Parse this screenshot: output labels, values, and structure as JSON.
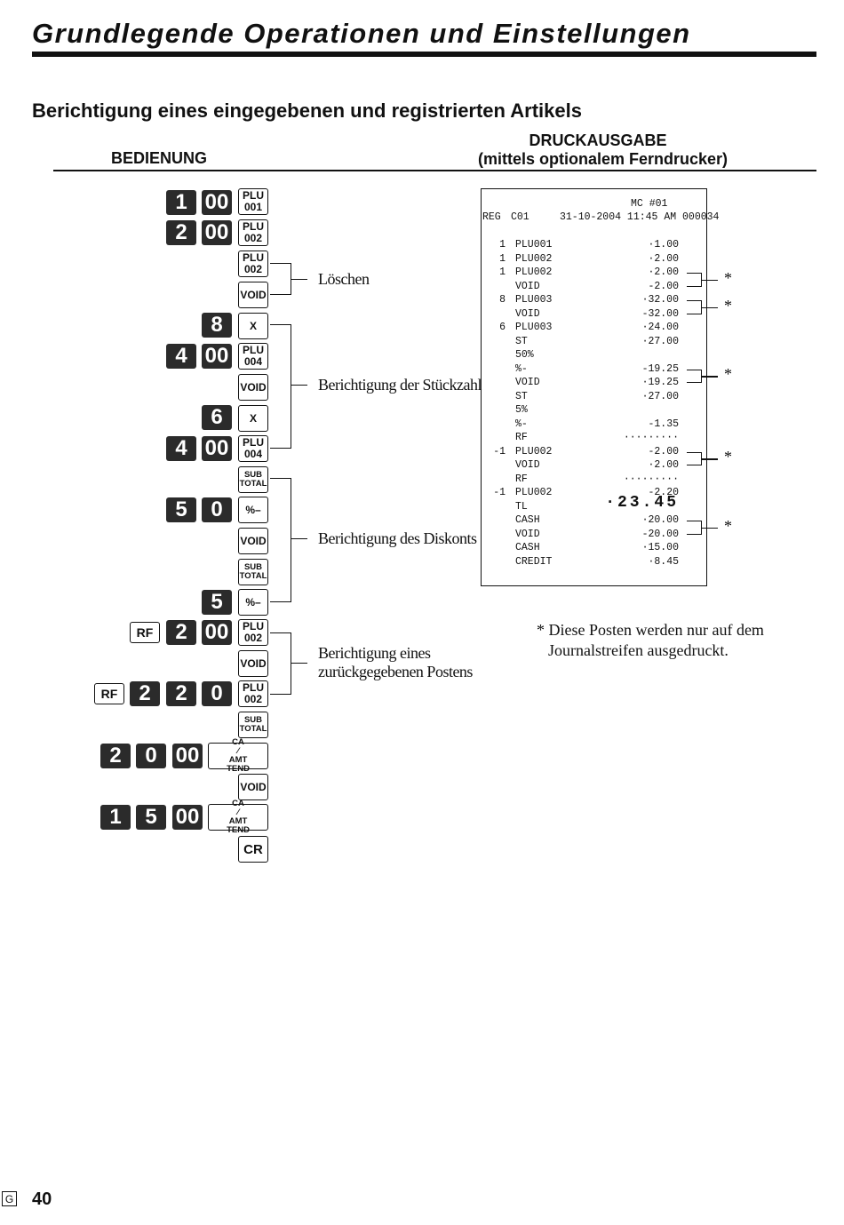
{
  "header": {
    "chapter_title": "Grundlegende Operationen und Einstellungen",
    "section_title": "Berichtigung eines eingegebenen und registrierten Artikels"
  },
  "columns": {
    "operation": "BEDIENUNG",
    "printout_line1": "DRUCKAUSGABE",
    "printout_line2": "(mittels optionalem Ferndrucker)"
  },
  "keys": {
    "plu": "PLU",
    "void": "VOID",
    "x": "X",
    "sub": "SUB",
    "total": "TOTAL",
    "percent_minus": "%–",
    "rf": "RF",
    "ca": "CA",
    "amt": "AMT",
    "tend": "TEND",
    "cr": "CR"
  },
  "sequence": {
    "r1": [
      "1",
      "00",
      "001"
    ],
    "r2": [
      "2",
      "00",
      "002"
    ],
    "r3": [
      "002"
    ],
    "r5": [
      "8"
    ],
    "r6": [
      "4",
      "00",
      "004"
    ],
    "r8": [
      "6"
    ],
    "r9": [
      "4",
      "00",
      "004"
    ],
    "r11": [
      "5",
      "0"
    ],
    "r14": [
      "5"
    ],
    "r15": [
      "2",
      "00",
      "002"
    ],
    "r17": [
      "2",
      "2",
      "0",
      "002"
    ],
    "r19": [
      "2",
      "0",
      "00"
    ],
    "r21": [
      "1",
      "5",
      "00"
    ]
  },
  "brackets": {
    "delete": "Löschen",
    "quantity": "Berichtigung der Stückzahl",
    "discount": "Berichtigung des Diskonts",
    "refund_line1": "Berichtigung eines",
    "refund_line2": "zurückgegebenen Postens"
  },
  "receipt": {
    "header1": "MC #01",
    "reg": "REG",
    "clerk": "C01",
    "datetime": "31-10-2004 11:45 AM 000034",
    "lines": [
      {
        "q": "1",
        "d": "PLU001",
        "a": "·1.00"
      },
      {
        "q": "1",
        "d": "PLU002",
        "a": "·2.00"
      },
      {
        "q": "1",
        "d": "PLU002",
        "a": "·2.00"
      },
      {
        "q": "",
        "d": "VOID",
        "a": "-2.00"
      },
      {
        "q": "8",
        "d": "PLU003",
        "a": "·32.00"
      },
      {
        "q": "",
        "d": "VOID",
        "a": "-32.00"
      },
      {
        "q": "6",
        "d": "PLU003",
        "a": "·24.00"
      },
      {
        "q": "",
        "d": "ST",
        "a": "·27.00"
      },
      {
        "q": "",
        "d": "50%",
        "a": ""
      },
      {
        "q": "",
        "d": "%-",
        "a": "-19.25"
      },
      {
        "q": "",
        "d": "VOID",
        "a": "·19.25"
      },
      {
        "q": "",
        "d": "ST",
        "a": "·27.00"
      },
      {
        "q": "",
        "d": "5%",
        "a": ""
      },
      {
        "q": "",
        "d": "%-",
        "a": "-1.35"
      },
      {
        "q": "",
        "d": "RF",
        "a": "·········"
      },
      {
        "q": "-1",
        "d": "PLU002",
        "a": "-2.00"
      },
      {
        "q": "",
        "d": "VOID",
        "a": "·2.00"
      },
      {
        "q": "",
        "d": "RF",
        "a": "·········"
      },
      {
        "q": "-1",
        "d": "PLU002",
        "a": "-2.20"
      },
      {
        "q": "",
        "d": "TL",
        "a": "·23.45"
      },
      {
        "q": "",
        "d": "CASH",
        "a": "·20.00"
      },
      {
        "q": "",
        "d": "VOID",
        "a": "-20.00"
      },
      {
        "q": "",
        "d": "CASH",
        "a": "·15.00"
      },
      {
        "q": "",
        "d": "CREDIT",
        "a": "·8.45"
      }
    ],
    "star": "*"
  },
  "footnote": {
    "star": "*",
    "line1": "Diese Posten werden nur auf dem",
    "line2": "Journalstreifen ausgedruckt."
  },
  "footer": {
    "lang_box": "G",
    "page": "40"
  }
}
